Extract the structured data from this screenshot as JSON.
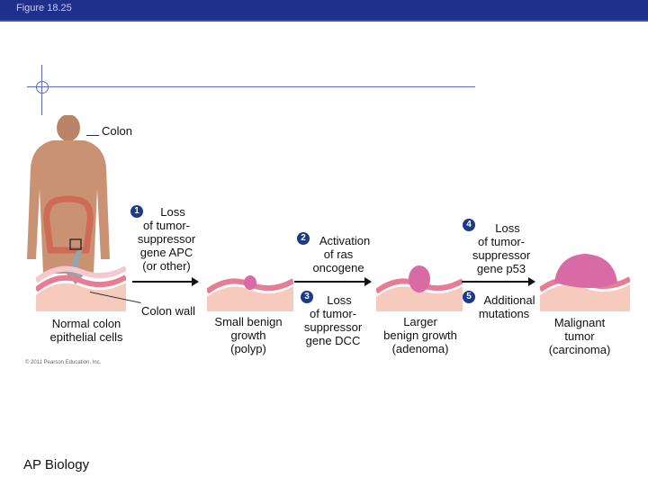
{
  "header": {
    "figure_label": "Figure 18.25"
  },
  "labels": {
    "colon": "Colon",
    "colon_wall": "Colon wall",
    "normal_cells": [
      "Normal colon",
      "epithelial cells"
    ],
    "stage_polyp": [
      "Small benign",
      "growth",
      "(polyp)"
    ],
    "stage_adenoma": [
      "Larger",
      "benign growth",
      "(adenoma)"
    ],
    "stage_carcinoma": [
      "Malignant",
      "tumor",
      "(carcinoma)"
    ]
  },
  "steps": [
    {
      "number": "1",
      "lines": [
        "Loss",
        "of tumor-",
        "suppressor",
        "gene APC",
        "(or other)"
      ]
    },
    {
      "number": "2",
      "lines": [
        "Activation",
        "of ras",
        "oncogene"
      ]
    },
    {
      "number": "3",
      "lines": [
        "Loss",
        "of tumor-",
        "suppressor",
        "gene DCC"
      ]
    },
    {
      "number": "4",
      "lines": [
        "Loss",
        "of tumor-",
        "suppressor",
        "gene p53"
      ]
    },
    {
      "number": "5",
      "lines": [
        "Additional",
        "mutations"
      ]
    }
  ],
  "copyright": "© 2011 Pearson Education, Inc.",
  "footer": "AP Biology",
  "colors": {
    "header_bar": "#1f2f8c",
    "badge": "#1a3a8a",
    "tissue_pink": "#f2b9c3",
    "tumor_magenta": "#d86aa6"
  }
}
